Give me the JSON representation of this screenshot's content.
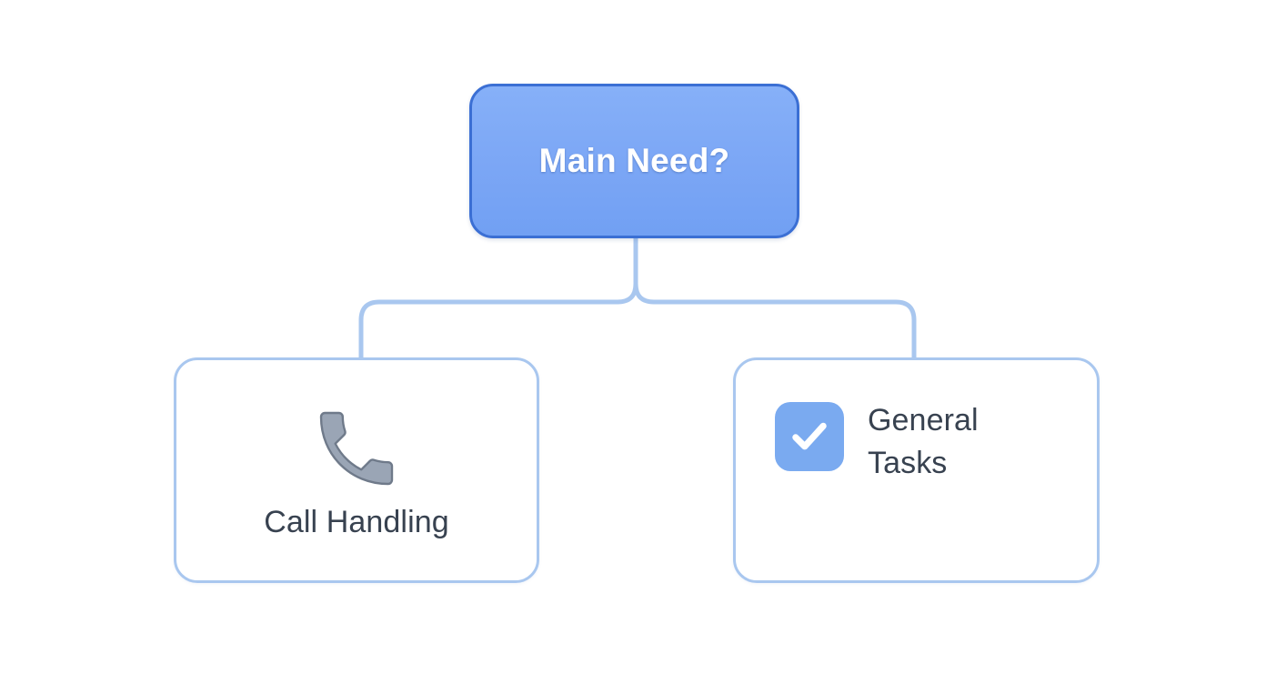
{
  "diagram": {
    "type": "decision-tree",
    "background_color": "#ffffff",
    "connector_color": "#a9c7ef",
    "root": {
      "label": "Main Need?",
      "fill_color": "#7ba6f5",
      "border_color": "#3b6fd4",
      "text_color": "#ffffff"
    },
    "children": [
      {
        "id": "call-handling",
        "label": "Call Handling",
        "icon": "phone-handset-icon",
        "icon_color": "#9aa5b5",
        "border_color": "#a9c7ef",
        "fill_color": "#ffffff",
        "text_color": "#384250"
      },
      {
        "id": "general-tasks",
        "label_line1": "General",
        "label_line2": "Tasks",
        "icon": "checkbox-check-icon",
        "icon_color": "#7aaaf0",
        "icon_mark_color": "#ffffff",
        "border_color": "#a9c7ef",
        "fill_color": "#ffffff",
        "text_color": "#384250"
      }
    ]
  }
}
